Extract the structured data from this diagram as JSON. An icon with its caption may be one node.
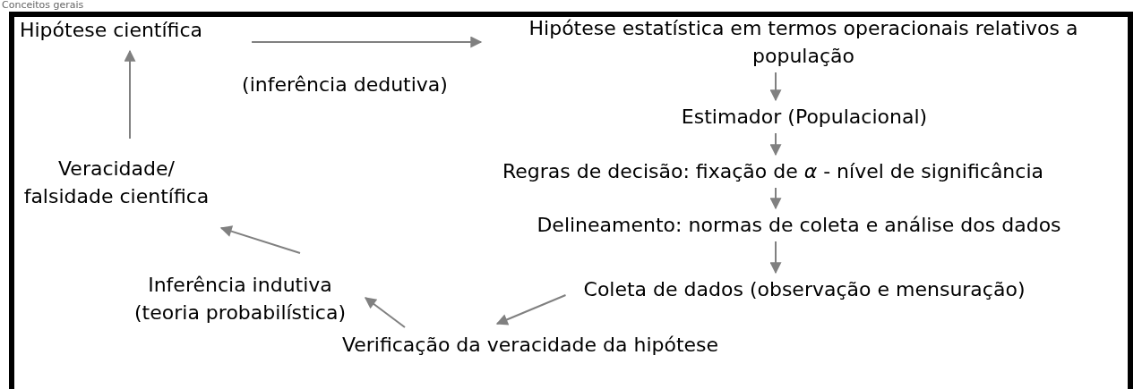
{
  "diagram": {
    "title": "Conceitos gerais",
    "nodes": [
      {
        "text": [
          "Hipótese científica"
        ]
      },
      {
        "text": [
          "Hipótese estatística em termos operacionais relativos a população"
        ]
      },
      {
        "text": [
          "Estimador (Populacional)"
        ]
      },
      {
        "text": [
          "Regras de decisão: fixação de *α* - nível de significância"
        ]
      },
      {
        "text": [
          "Delineamento: normas de coleta e análise dos dados"
        ]
      },
      {
        "text": [
          "Coleta de dados (observação e mensuração)"
        ]
      },
      {
        "text": [
          "Verificação da veracidade da hipótese"
        ]
      },
      {
        "text": [
          "Inferência indutiva (teoria probabilística)"
        ]
      },
      {
        "text": [
          "Veracidade/ falsidade científica"
        ]
      }
    ],
    "edges": [
      {
        "from": 0,
        "to": 1,
        "arrow": "to",
        "label": "(inferência dedutiva)"
      },
      {
        "from": 1,
        "to": 2,
        "arrow": "to"
      },
      {
        "from": 2,
        "to": 3,
        "arrow": "to"
      },
      {
        "from": 3,
        "to": 4,
        "arrow": "to"
      },
      {
        "from": 4,
        "to": 5,
        "arrow": "to"
      },
      {
        "from": 5,
        "to": 6,
        "arrow": "to"
      },
      {
        "from": 6,
        "to": 7,
        "arrow": "to"
      },
      {
        "from": 7,
        "to": 8,
        "arrow": "to"
      },
      {
        "from": 8,
        "to": 0,
        "arrow": "to"
      }
    ]
  }
}
